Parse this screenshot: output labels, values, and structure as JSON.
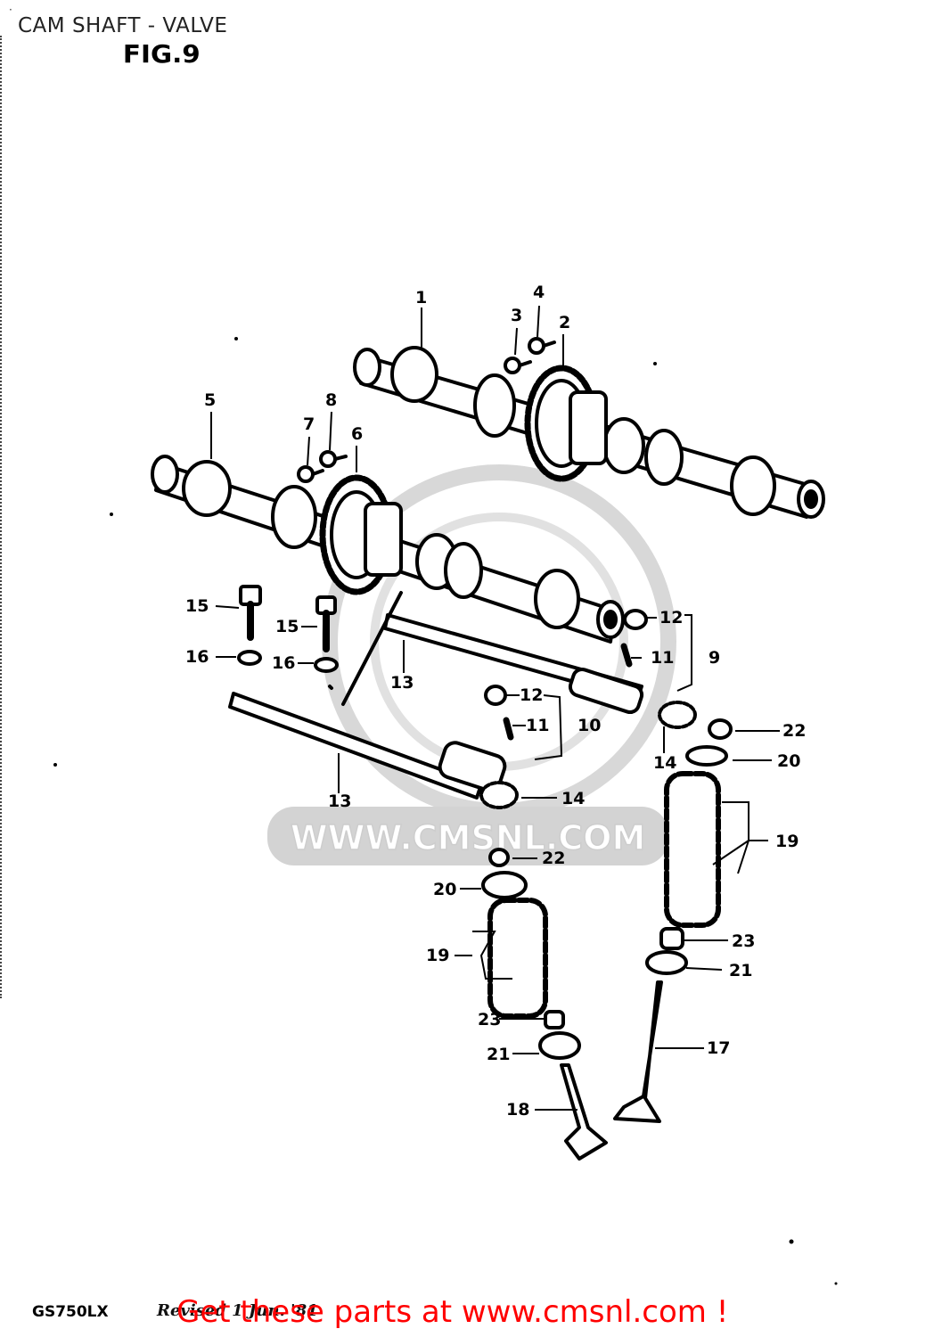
{
  "header": {
    "title": "CAM SHAFT - VALVE",
    "figure": "FIG.9"
  },
  "watermark": {
    "text": "WWW.CMSNL.COM"
  },
  "callouts": [
    {
      "n": "1"
    },
    {
      "n": "2"
    },
    {
      "n": "3"
    },
    {
      "n": "4"
    },
    {
      "n": "5"
    },
    {
      "n": "6"
    },
    {
      "n": "7"
    },
    {
      "n": "8"
    },
    {
      "n": "9"
    },
    {
      "n": "10"
    },
    {
      "n": "11"
    },
    {
      "n": "11"
    },
    {
      "n": "12"
    },
    {
      "n": "12"
    },
    {
      "n": "13"
    },
    {
      "n": "13"
    },
    {
      "n": "14"
    },
    {
      "n": "14"
    },
    {
      "n": "15"
    },
    {
      "n": "15"
    },
    {
      "n": "16"
    },
    {
      "n": "16"
    },
    {
      "n": "17"
    },
    {
      "n": "18"
    },
    {
      "n": "19"
    },
    {
      "n": "19"
    },
    {
      "n": "20"
    },
    {
      "n": "20"
    },
    {
      "n": "21"
    },
    {
      "n": "21"
    },
    {
      "n": "22"
    },
    {
      "n": "22"
    },
    {
      "n": "23"
    },
    {
      "n": "23"
    }
  ],
  "footer": {
    "model": "GS750LX",
    "revised": "Revised 1 Jun. '81",
    "banner": "Get these parts at www.cmsnl.com !"
  }
}
